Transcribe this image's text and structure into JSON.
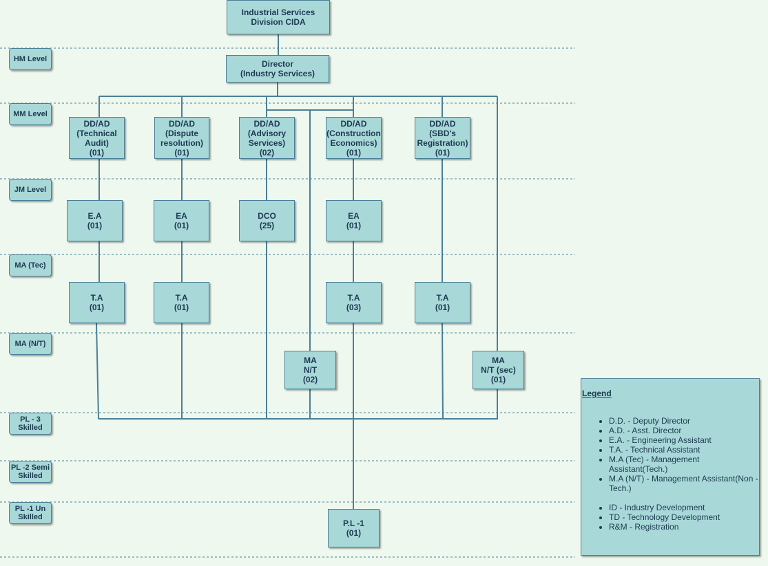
{
  "levels": [
    {
      "id": "hm",
      "label": "HM Level"
    },
    {
      "id": "mm",
      "label": "MM Level"
    },
    {
      "id": "jm",
      "label": "JM Level"
    },
    {
      "id": "ma-tec",
      "label": "MA (Tec)"
    },
    {
      "id": "ma-nt",
      "label": "MA (N/T)"
    },
    {
      "id": "pl3",
      "label": "PL - 3\nSkilled"
    },
    {
      "id": "pl2",
      "label": "PL -2 Semi\nSkilled"
    },
    {
      "id": "pl1",
      "label": "PL -1 Un\nSkilled"
    }
  ],
  "nodes": {
    "root": "Industrial Services\nDivision CIDA",
    "director": "Director\n(Industry Services)",
    "dd_technical_audit": "DD/AD\n(Technical\nAudit)\n(01)",
    "dd_dispute_resolution": "DD/AD\n(Dispute\nresolution)\n(01)",
    "dd_advisory_services": "DD/AD\n(Advisory\nServices)\n(02)",
    "dd_construction_economics": "DD/AD\n(Construction\nEconomics)\n(01)",
    "dd_sbd_registration": "DD/AD\n(SBD's\nRegistration)\n(01)",
    "ea_1": "E.A\n(01)",
    "ea_2": "EA\n(01)",
    "dco": "DCO\n(25)",
    "ea_3": "EA\n(01)",
    "ta_1": "T.A\n(01)",
    "ta_2": "T.A\n(01)",
    "ta_3": "T.A\n(03)",
    "ta_4": "T.A\n(01)",
    "ma_nt": "MA\nN/T\n(02)",
    "ma_nt_sec": "MA\nN/T (sec)\n(01)",
    "pl1": "P.L -1\n(01)"
  },
  "legend": {
    "title": "Legend",
    "items_primary": [
      "D.D. - Deputy Director",
      "A.D. - Asst. Director",
      "E.A. - Engineering Assistant",
      "T.A. - Technical Assistant",
      "M.A (Tec) - Management Assistant(Tech.)",
      "M.A (N/T) - Management Assistant(Non -Tech.)"
    ],
    "items_secondary": [
      "ID - Industry Development",
      "TD - Technology Development",
      "R&M - Registration"
    ]
  },
  "colors": {
    "box_fill": "#a8d8d8",
    "box_border": "#4a7f96",
    "wire": "#4a7f96",
    "background": "#eef8ee",
    "dashed_rule": "#4a7f96"
  }
}
